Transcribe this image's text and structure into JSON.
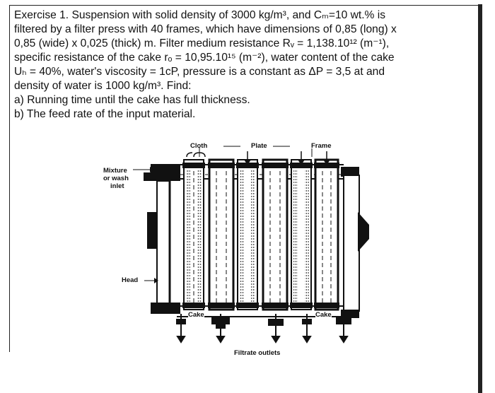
{
  "problem": {
    "lines": [
      "Exercise 1. Suspension with solid density of 3000 kg/m³, and Cₘ=10 wt.% is",
      "filtered by a filter press with 40 frames, which have dimensions of 0,85 (long) x",
      "0,85 (wide) x 0,025 (thick) m. Filter medium resistance Rᵥ = 1,138.10¹² (m⁻¹),",
      "specific resistance of the cake rₒ = 10,95.10¹⁵ (m⁻²), water content of the cake",
      "Uₕ = 40%, water's viscosity = 1cP,  pressure is a constant as ΔP = 3,5 at and",
      "density of water is 1000 kg/m³. Find:",
      "a) Running time until the cake has full thickness.",
      "b) The feed rate of the input material."
    ]
  },
  "diagram": {
    "labels": {
      "cloth": "Cloth",
      "plate": "Plate",
      "frame": "Frame",
      "mixture_line1": "Mixture",
      "mixture_line2": "or wash",
      "mixture_line3": "inlet",
      "head": "Head",
      "cake_left": "Cake",
      "cake_right": "Cake",
      "filtrate": "Filtrate outlets"
    }
  }
}
